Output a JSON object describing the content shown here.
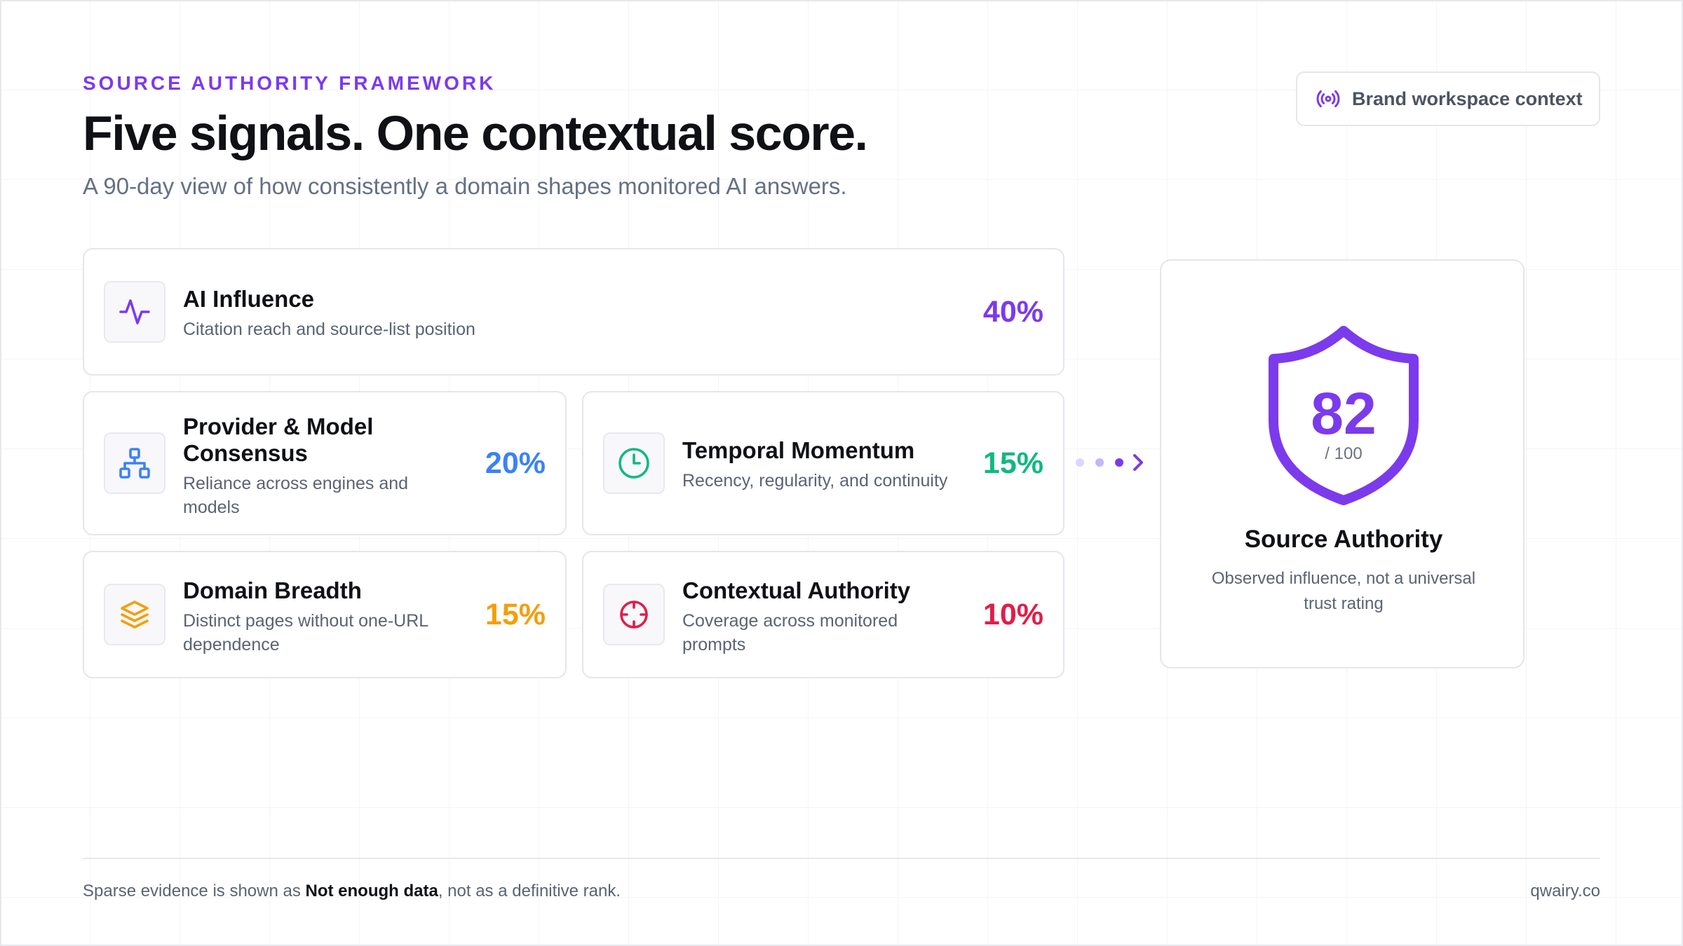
{
  "header": {
    "eyebrow": "SOURCE AUTHORITY FRAMEWORK",
    "title": "Five signals. One contextual score.",
    "subtitle": "A 90-day view of how consistently a domain shapes monitored AI answers."
  },
  "context_pill": {
    "icon": "broadcast-icon",
    "label": "Brand workspace context"
  },
  "signals": [
    {
      "icon": "activity-pulse-icon",
      "title": "AI Influence",
      "desc": "Citation reach and source-list position",
      "weight": "40%",
      "color": "#7c3aed"
    },
    {
      "icon": "hierarchy-network-icon",
      "title": "Provider & Model Consensus",
      "desc": "Reliance across engines and models",
      "weight": "20%",
      "color": "#3b82f6"
    },
    {
      "icon": "clock-icon",
      "title": "Temporal Momentum",
      "desc": "Recency, regularity, and continuity",
      "weight": "15%",
      "color": "#10b981"
    },
    {
      "icon": "layers-stack-icon",
      "title": "Domain Breadth",
      "desc": "Distinct pages without one-URL dependence",
      "weight": "15%",
      "color": "#f59e0b"
    },
    {
      "icon": "crosshair-target-icon",
      "title": "Contextual Authority",
      "desc": "Coverage across monitored prompts",
      "weight": "10%",
      "color": "#e11d48"
    }
  ],
  "score": {
    "icon": "shield-icon",
    "value": "82",
    "max": "/ 100",
    "title": "Source Authority",
    "desc": "Observed influence, not a universal trust rating"
  },
  "footer": {
    "note_prefix": "Sparse evidence is shown as ",
    "note_bold": "Not enough data",
    "note_suffix": ", not as a definitive rank.",
    "brand": "qwairy.co"
  },
  "colors": {
    "accent": "#7c3aed",
    "text": "#0f1115",
    "muted": "#5b6373",
    "border": "#e4e6eb"
  }
}
